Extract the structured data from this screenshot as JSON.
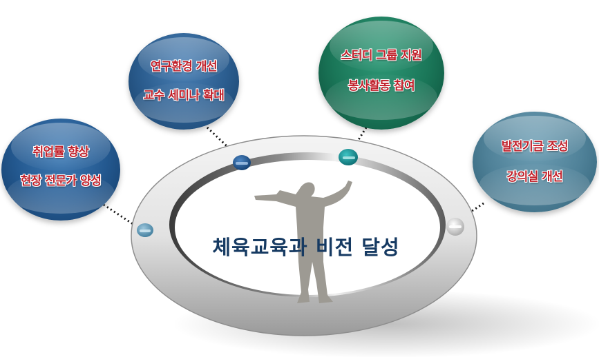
{
  "diagram": {
    "center_title": "체육교육과 비전 달성",
    "center_figure": "conductor-silhouette",
    "bubbles": [
      {
        "id": "employment",
        "lines": [
          "취업률 향상",
          "현장 전문가 양성"
        ],
        "color": "#23588f",
        "connector_bead_color": "#5f9ab8"
      },
      {
        "id": "research",
        "lines": [
          "연구환경 개선",
          "교수 세미나 확대"
        ],
        "color": "#2b5d8f",
        "connector_bead_color": "#1e5a96"
      },
      {
        "id": "study",
        "lines": [
          "스터디 그룹 지원",
          "봉사활동 참여"
        ],
        "color": "#1a7658",
        "connector_bead_color": "#1a9a9a"
      },
      {
        "id": "funding",
        "lines": [
          "발전기금 조성",
          "강의실 개선"
        ],
        "color": "#4f8198",
        "connector_bead_color": "#c8c8c8"
      }
    ],
    "colors": {
      "bubble_text": "#c0202a",
      "title_text": "#163a62",
      "ring": "#d9d9d9",
      "silhouette": "#9d9a93"
    }
  }
}
